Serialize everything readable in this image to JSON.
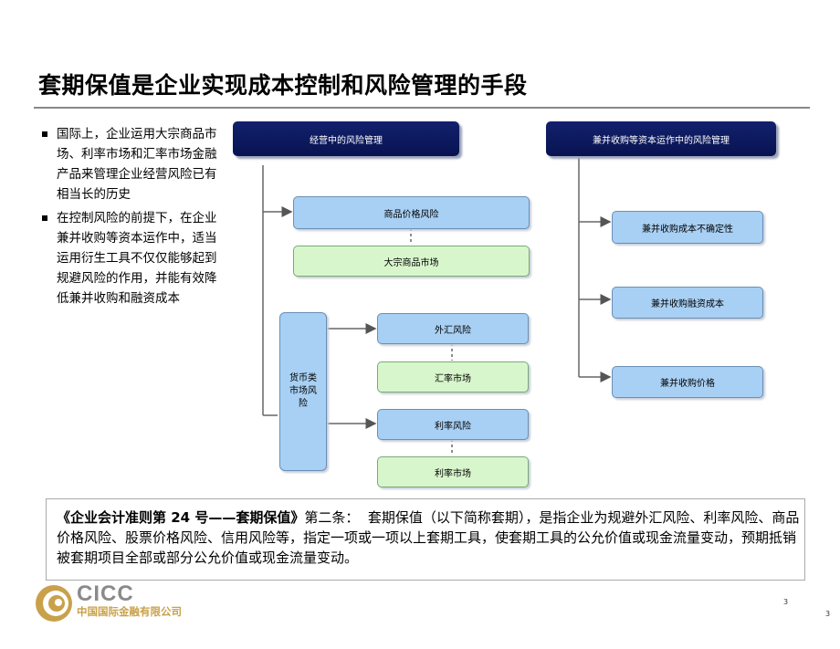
{
  "title": "套期保值是企业实现成本控制和风险管理的手段",
  "bullets": [
    "国际上，企业运用大宗商品市场、利率市场和汇率市场金融产品来管理企业经营风险已有相当长的历史",
    "在控制风险的前提下，在企业兼并收购等资本运作中，适当运用衍生工具不仅仅能够起到规避风险的作用，并能有效降低兼并收购和融资成本"
  ],
  "diagram": {
    "left_header": "经营中的风险管理",
    "right_header": "兼并收购等资本运作中的风险管理",
    "commodity_risk": "商品价格风险",
    "commodity_market": "大宗商品市场",
    "currency_risk_label": "货币类市场风险",
    "fx_risk": "外汇风险",
    "fx_market": "汇率市场",
    "rate_risk": "利率风险",
    "rate_market": "利率市场",
    "ma_items": [
      "兼并收购成本不确定性",
      "兼并收购融资成本",
      "兼并收购价格"
    ]
  },
  "quote": {
    "source": "《企业会计准则第 24 号——套期保值》",
    "article": "第二条：",
    "text": "套期保值（以下简称套期），是指企业为规避外汇风险、利率风险、商品价格风险、股票价格风险、信用风险等，指定一项或一项以上套期工具，使套期工具的公允价值或现金流量变动，预期抵销被套期项目全部或部分公允价值或现金流量变动。"
  },
  "logo": {
    "name": "CICC",
    "name_cn": "中国国际金融有限公司"
  },
  "page_number_inner": "3",
  "page_number_outer": "3",
  "colors": {
    "header": "#0d1a62",
    "risk_box": "#a8d0f4",
    "market_box": "#d8f6cc",
    "logo_gold": "#c9a14a"
  }
}
